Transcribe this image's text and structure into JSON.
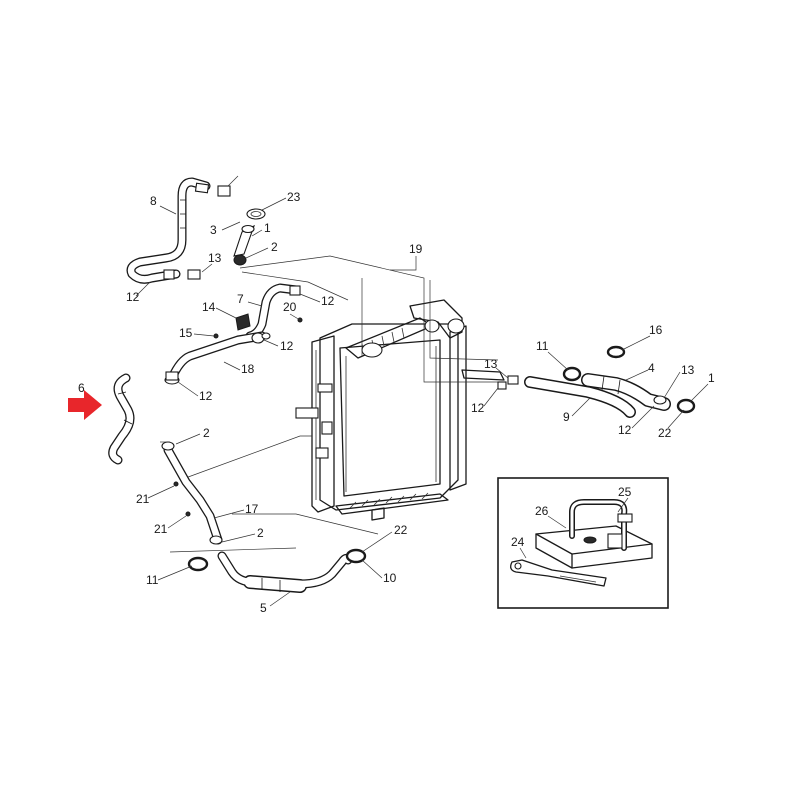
{
  "diagram": {
    "callouts": [
      "1",
      "2",
      "3",
      "4",
      "5",
      "6",
      "7",
      "8",
      "9",
      "10",
      "11",
      "12",
      "13",
      "14",
      "15",
      "16",
      "17",
      "18",
      "19",
      "20",
      "21",
      "22",
      "23",
      "24",
      "25",
      "26"
    ],
    "highlight_arrow_color": "#e8262b",
    "highlighted_part": "6"
  }
}
